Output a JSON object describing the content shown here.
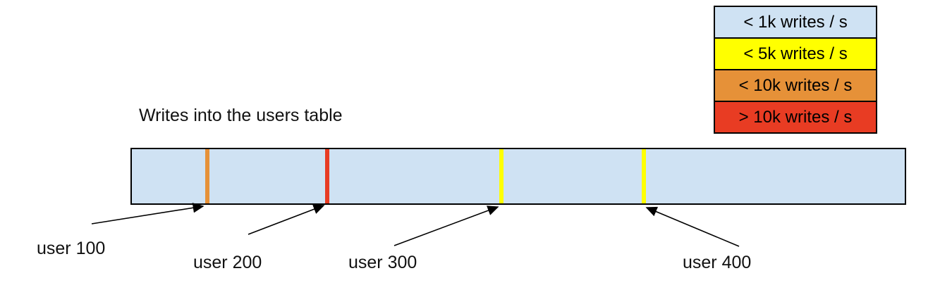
{
  "title": "Writes into the users table",
  "legend": {
    "items": [
      {
        "label": "< 1k writes / s",
        "color": "#cfe2f3"
      },
      {
        "label": "< 5k writes / s",
        "color": "#ffff00"
      },
      {
        "label": "< 10k writes / s",
        "color": "#e69138"
      },
      {
        "label": "> 10k writes / s",
        "color": "#e83c23"
      }
    ]
  },
  "bar": {
    "fill_color": "#cfe2f3",
    "border_color": "#000000",
    "markers": [
      {
        "user": "user 100",
        "color": "#e69138",
        "rate": "< 10k writes / s"
      },
      {
        "user": "user 200",
        "color": "#e83c23",
        "rate": "> 10k writes / s"
      },
      {
        "user": "user 300",
        "color": "#ffff00",
        "rate": "< 5k writes / s"
      },
      {
        "user": "user 400",
        "color": "#ffff00",
        "rate": "< 5k writes / s"
      }
    ]
  }
}
